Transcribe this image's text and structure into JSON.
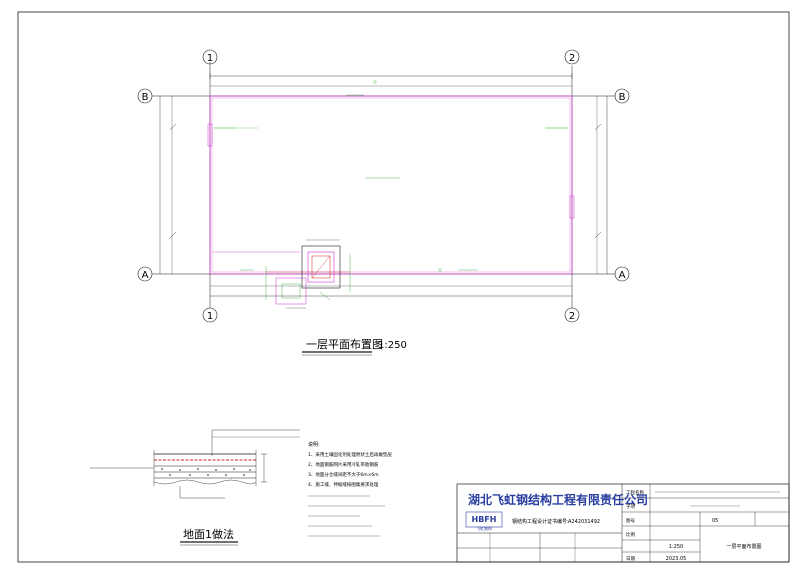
{
  "plan": {
    "title": "一层平面布置图",
    "scale": "1:250",
    "axis_labels": {
      "col1": "1",
      "col2": "2",
      "rowA": "A",
      "rowB": "B"
    }
  },
  "detail": {
    "title": "地面1做法",
    "notes_title": "说明:",
    "note_lines": [
      "1、采用土壤固化剂处理原状土后再做垫层",
      "2、地面钢筋网片采用冷轧带肋钢筋",
      "3、地面分仓缝间距不大于6m×6m",
      "4、施工缝、伸缩缝按图集要求处理"
    ]
  },
  "titleblock": {
    "company": "湖北飞虹钢结构工程有限责任公司",
    "logo_text": "HBFH",
    "logo_sub": "飞虹钢构",
    "cert_label": "钢结构工程设计证书编号:",
    "cert_no": "A242031492",
    "project_label": "工程名称",
    "item_label": "子项",
    "drawing_no_label": "图号",
    "drawing_no": "05",
    "scale_label": "比例",
    "scale": "1:250",
    "date_label": "日期",
    "date": "2023.05",
    "drawing_title": "一层平面布置图"
  },
  "colors": {
    "line": "#1a1a1a",
    "magenta": "#cc33cc",
    "red": "#cc2222",
    "green": "#22aa22",
    "company_blue": "#2a3fa0"
  }
}
